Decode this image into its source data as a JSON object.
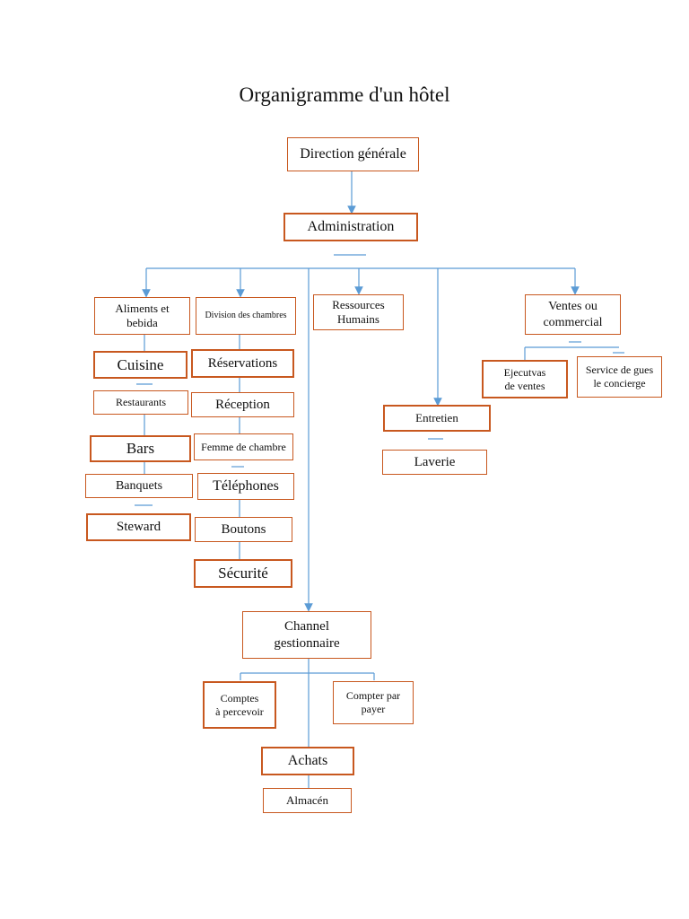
{
  "title": "Organigramme d'un hôtel",
  "colors": {
    "box_border": "#c8581f",
    "connector": "#5b9bd5"
  },
  "nodes": {
    "direction": "Direction générale",
    "administration": "Administration",
    "aliments": "Aliments et\nbebida",
    "division": "Division des chambres",
    "ressources": "Ressources\nHumains",
    "ventes": "Ventes ou\ncommercial",
    "cuisine": "Cuisine",
    "restaurants": "Restaurants",
    "bars": "Bars",
    "banquets": "Banquets",
    "steward": "Steward",
    "reservations": "Réservations",
    "reception": "Réception",
    "femme": "Femme de chambre",
    "telephones": "Téléphones",
    "boutons": "Boutons",
    "securite": "Sécurité",
    "ejecutivas": "Ejecutvas\nde ventes",
    "service": "Service de gues\nle concierge",
    "entretien": "Entretien",
    "laverie": "Laverie",
    "channel": "Channel\ngestionnaire",
    "comptes_percevoir": "Comptes\nà percevoir",
    "compter_payer": "Compter par\npayer",
    "achats": "Achats",
    "almacen": "Almacén"
  }
}
